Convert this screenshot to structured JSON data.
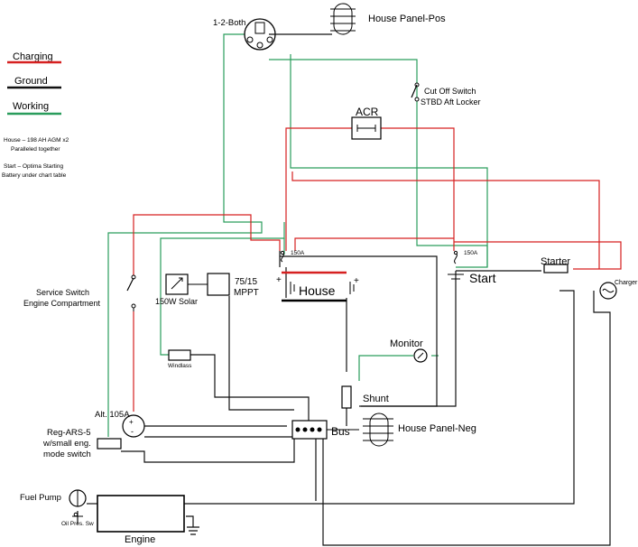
{
  "colors": {
    "charging": "#d62020",
    "ground": "#111111",
    "working": "#2a9d5c"
  },
  "legend": {
    "charging": "Charging",
    "ground": "Ground",
    "working": "Working"
  },
  "notes": {
    "house_line1": "House – 198 AH AGM x2",
    "house_line2": "Paralleled together",
    "start_line1": "Start – Optima Starting",
    "start_line2": "Battery under chart table"
  },
  "labels": {
    "switch_12both": "1-2-Both",
    "house_panel_pos": "House Panel-Pos",
    "cutoff_line1": "Cut Off Switch",
    "cutoff_line2": "STBD Aft Locker",
    "acr": "ACR",
    "service_line1": "Service Switch",
    "service_line2": "Engine Compartment",
    "solar": "150W Solar",
    "mppt_line1": "75/15",
    "mppt_line2": "MPPT",
    "fuse_house": "150A",
    "fuse_start": "150A",
    "house": "House",
    "start": "Start",
    "starter": "Starter",
    "charger": "Charger",
    "monitor": "Monitor",
    "windlass": "Windlass",
    "alt": "Alt. 105A",
    "shunt": "Shunt",
    "bus": "Bus",
    "house_panel_neg": "House Panel-Neg",
    "reg_line1": "Reg-ARS-5",
    "reg_line2": "w/small eng.",
    "reg_line3": "mode switch",
    "fuel_pump": "Fuel Pump",
    "oil_pres": "Oil Pres. Sw",
    "engine": "Engine"
  }
}
